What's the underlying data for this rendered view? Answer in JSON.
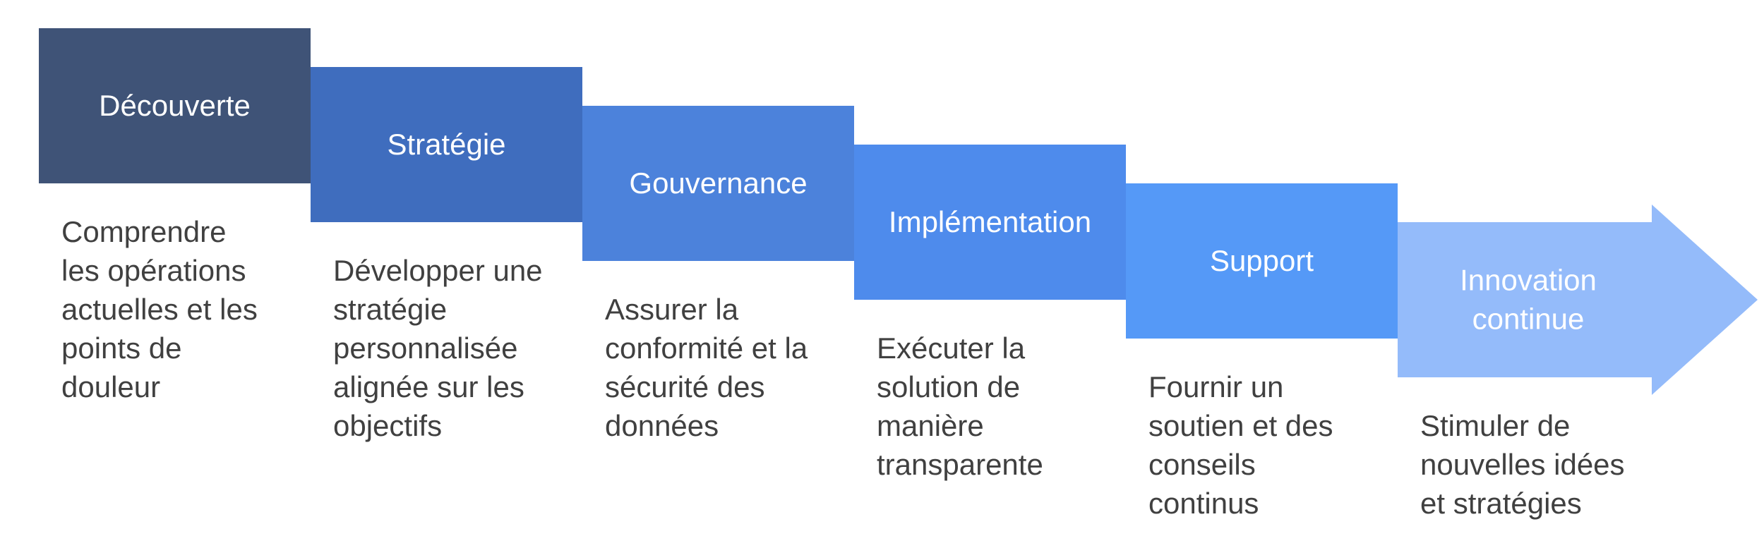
{
  "stages": [
    {
      "title": [
        "Découverte"
      ],
      "description": [
        "Comprendre",
        "les opérations",
        "actuelles et les",
        "points de",
        "douleur"
      ],
      "color": "#3F5377",
      "fold_color": "#3C63B3"
    },
    {
      "title": [
        "Stratégie"
      ],
      "description": [
        "Développer une",
        "stratégie",
        "personnalisée",
        "alignée sur les",
        "objectifs"
      ],
      "color": "#3F6DBE",
      "fold_color": "#3D6CC8"
    },
    {
      "title": [
        "Gouvernance"
      ],
      "description": [
        "Assurer la",
        "conformité et la",
        "sécurité des",
        "données"
      ],
      "color": "#4C82DB",
      "fold_color": "#4E8AE9"
    },
    {
      "title": [
        "Implémentation"
      ],
      "description": [
        "Exécuter la",
        "solution de",
        "manière",
        "transparente"
      ],
      "color": "#4E8BEC",
      "fold_color": "#5195F7"
    },
    {
      "title": [
        "Support"
      ],
      "description": [
        "Fournir un",
        "soutien et des",
        "conseils",
        "continus"
      ],
      "color": "#5599F7",
      "fold_color": "#8EB7F8"
    },
    {
      "title": [
        "Innovation",
        "continue"
      ],
      "description": [
        "Stimuler de",
        "nouvelles idées",
        "et stratégies"
      ],
      "color": "#94BBFA",
      "fold_color": null
    }
  ]
}
